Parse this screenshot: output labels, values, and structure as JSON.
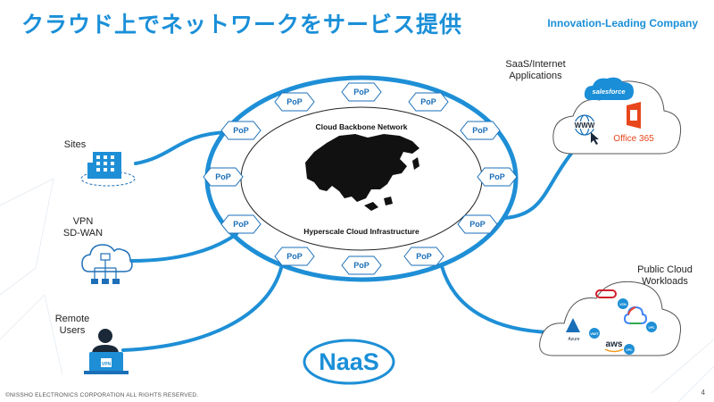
{
  "header": {
    "title": "クラウド上でネットワークをサービス提供",
    "brand": "Innovation-Leading Company"
  },
  "ring": {
    "top_label": "Cloud Backbone Network",
    "bottom_label": "Hyperscale Cloud Infrastructure",
    "pop_label": "PoP"
  },
  "nodes": {
    "sites": "Sites",
    "vpn_line1": "VPN",
    "vpn_line2": "SD-WAN",
    "remote_line1": "Remote",
    "remote_line2": "Users",
    "saas_line1": "SaaS/Internet",
    "saas_line2": "Applications",
    "public_line1": "Public Cloud",
    "public_line2": "Workloads"
  },
  "saas_icons": {
    "salesforce": "salesforce",
    "www": "WWW",
    "office": "Office 365"
  },
  "public_icons": {
    "azure": "Azure",
    "aws": "aws",
    "vcn": "VCN",
    "vnet": "VNET",
    "vpc1": "VPC",
    "vpc2": "VPC"
  },
  "badge": {
    "naas": "NaaS",
    "vpn_laptop": "VPN"
  },
  "footer": {
    "copyright": "©NISSHO ELECTRONICS CORPORATION ALL RIGHTS RESERVED.",
    "page": "4"
  },
  "colors": {
    "accent": "#1a8fd8",
    "ring": "#1e8fd6",
    "pop_border": "#1a6fb8"
  }
}
